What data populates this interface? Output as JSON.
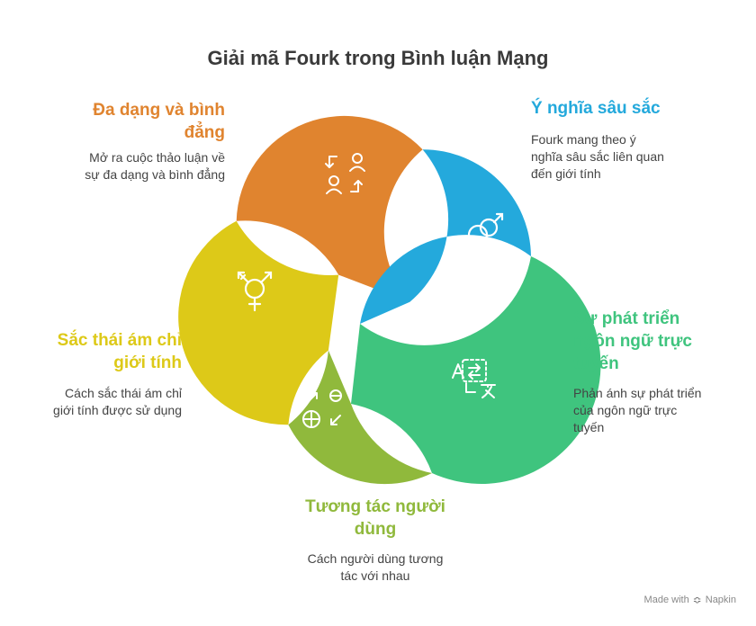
{
  "title": "Giải mã Fourk trong Bình luận Mạng",
  "colors": {
    "orange": "#E0842F",
    "blue": "#24A9DC",
    "green": "#3FC47E",
    "olive": "#90B93C",
    "yellow": "#DDC918"
  },
  "sections": {
    "diversity": {
      "heading_line1": "Đa dạng và bình",
      "heading_line2": "đẳng",
      "desc_line1": "Mở ra cuộc thảo luận về",
      "desc_line2": "sự đa dạng và bình đẳng",
      "icon": "people-exchange-icon"
    },
    "meaning": {
      "heading": "Ý nghĩa sâu sắc",
      "desc_line1": "Fourk mang theo ý",
      "desc_line2": "nghĩa sâu sắc liên quan",
      "desc_line3": "đến giới tính",
      "icon": "gender-symbols-icon"
    },
    "language": {
      "heading_line1": "Sự phát triển",
      "heading_line2": "ngôn ngữ trực",
      "heading_line3": "tuyến",
      "desc_line1": "Phản ánh sự phát triển",
      "desc_line2": "của ngôn ngữ trực",
      "desc_line3": "tuyến",
      "icon": "translate-icon"
    },
    "interaction": {
      "heading_line1": "Tương tác người",
      "heading_line2": "dùng",
      "desc_line1": "Cách người dùng tương",
      "desc_line2": "tác với nhau",
      "icon": "user-interaction-icon"
    },
    "nuance": {
      "heading_line1": "Sắc thái ám chỉ",
      "heading_line2": "giới tính",
      "desc_line1": "Cách sắc thái ám chỉ",
      "desc_line2": "giới tính được sử dụng",
      "icon": "transgender-icon"
    }
  },
  "footer": {
    "made_with": "Made with",
    "brand": "Napkin"
  }
}
